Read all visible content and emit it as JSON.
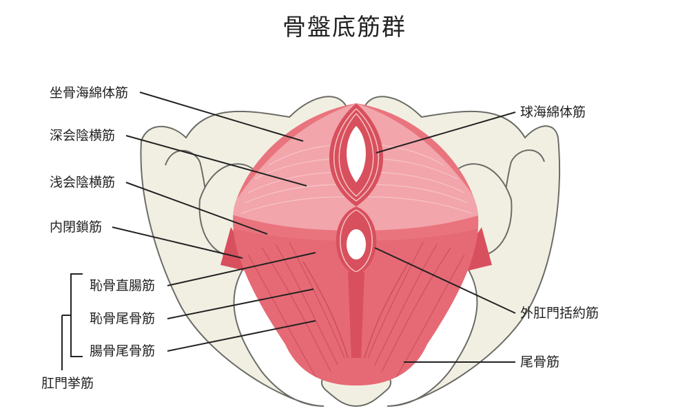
{
  "title": "骨盤底筋群",
  "labels": {
    "ischiocavernosus": "坐骨海綿体筋",
    "deep_transverse_perineal": "深会陰横筋",
    "superficial_transverse_perineal": "浅会陰横筋",
    "obturator_internus": "内閉鎖筋",
    "puborectalis": "恥骨直腸筋",
    "pubococcygeus": "恥骨尾骨筋",
    "iliococcygeus": "腸骨尾骨筋",
    "levator_ani": "肛門挙筋",
    "bulbospongiosus": "球海綿体筋",
    "external_anal_sphincter": "外肛門括約筋",
    "coccygeus": "尾骨筋"
  },
  "colors": {
    "bone_fill": "#f1efe2",
    "bone_stroke": "#6b6b66",
    "muscle_main": "#e9747e",
    "muscle_light": "#f2a5ab",
    "muscle_dark": "#d8505d",
    "fiber": "#f7c3c7",
    "leader": "#222222"
  }
}
